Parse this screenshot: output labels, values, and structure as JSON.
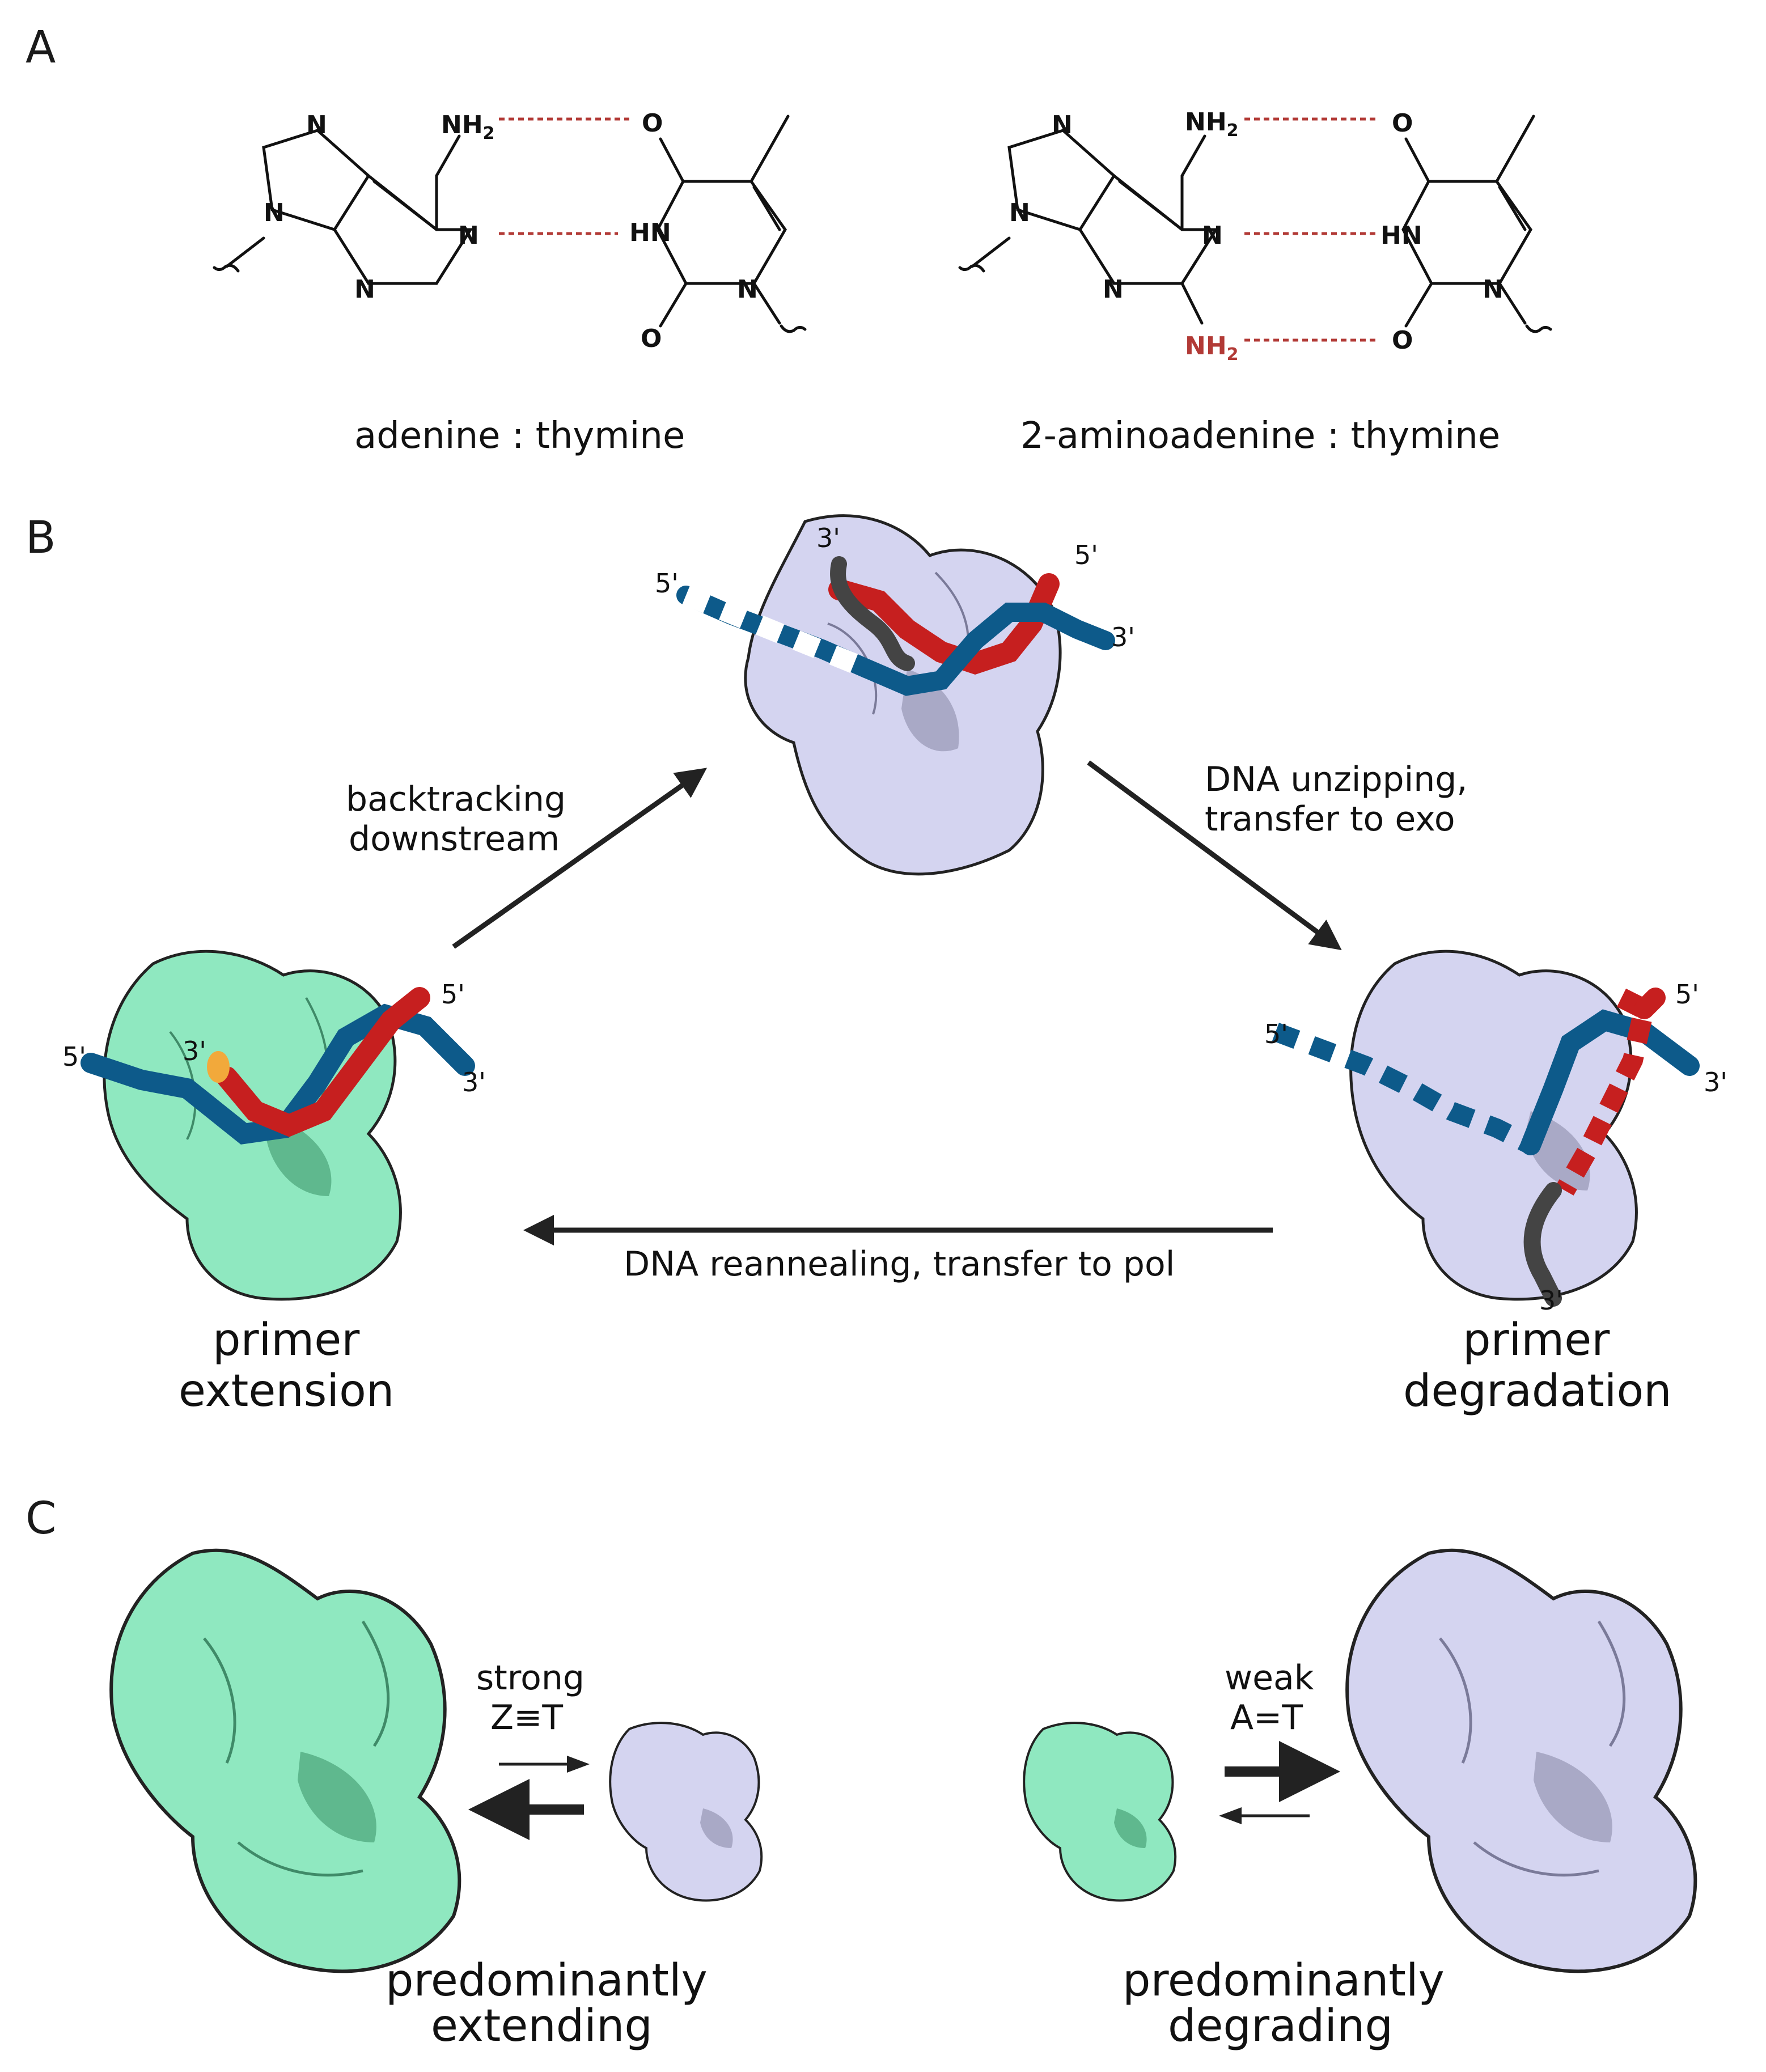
{
  "panels": {
    "a": "A",
    "b": "B",
    "c": "C"
  },
  "panel_a": {
    "left_caption": "adenine : thymine",
    "right_caption": "2-aminoadenine : thymine",
    "atoms": {
      "N": "N",
      "NH2": "NH",
      "sub2": "2",
      "O": "O",
      "HN": "HN"
    }
  },
  "panel_b": {
    "arrow_top_left": [
      "backtracking",
      "downstream"
    ],
    "arrow_top_right": [
      "DNA unzipping,",
      "transfer to exo"
    ],
    "arrow_bottom": "DNA reannealing, transfer to pol",
    "left_state": [
      "primer",
      "extension"
    ],
    "right_state": [
      "primer",
      "degradation"
    ],
    "ends": {
      "five": "5'",
      "three": "3'"
    }
  },
  "panel_c": {
    "left_label": [
      "strong",
      "Z≡T"
    ],
    "right_label": [
      "weak",
      "A=T"
    ],
    "left_caption": [
      "predominantly",
      "extending"
    ],
    "right_caption": [
      "predominantly",
      "degrading"
    ]
  },
  "colors": {
    "pol_green": "#8fe8c0",
    "exo_lavender": "#d4d4f0",
    "template_blue": "#0d5a8a",
    "primer_red": "#c61f1f",
    "degraded_gray": "#444444",
    "hbond_red": "#b23a36",
    "nucleotide_orange": "#f2a93b"
  }
}
